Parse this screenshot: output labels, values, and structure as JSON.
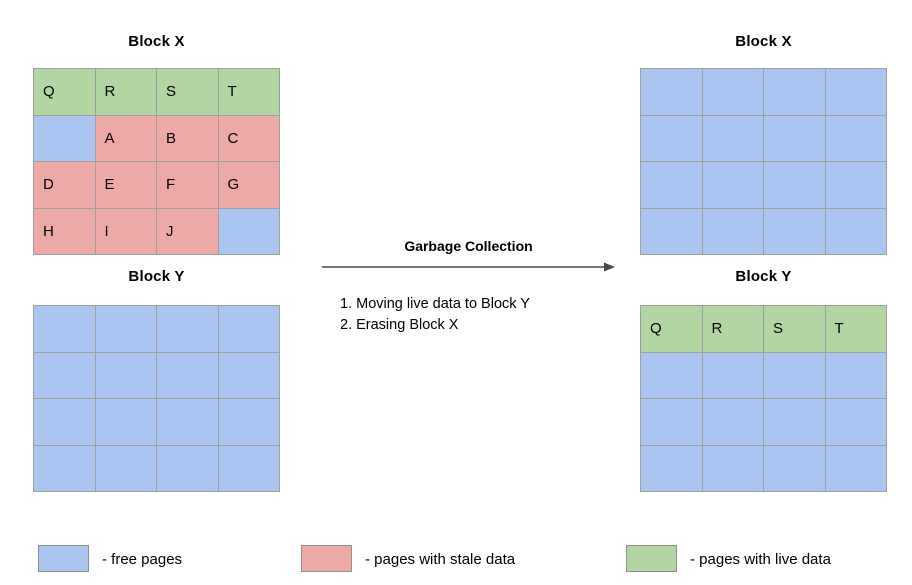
{
  "colors": {
    "free": "#a9c5f0",
    "stale": "#eda9a5",
    "live": "#b2d6a2",
    "grid_line": "#9e9e9e",
    "text": "#000000",
    "background": "#ffffff"
  },
  "left": {
    "block_x": {
      "title": "Block X",
      "rows": [
        [
          {
            "label": "Q",
            "state": "live"
          },
          {
            "label": "R",
            "state": "live"
          },
          {
            "label": "S",
            "state": "live"
          },
          {
            "label": "T",
            "state": "live"
          }
        ],
        [
          {
            "label": "",
            "state": "free"
          },
          {
            "label": "A",
            "state": "stale"
          },
          {
            "label": "B",
            "state": "stale"
          },
          {
            "label": "C",
            "state": "stale"
          }
        ],
        [
          {
            "label": "D",
            "state": "stale"
          },
          {
            "label": "E",
            "state": "stale"
          },
          {
            "label": "F",
            "state": "stale"
          },
          {
            "label": "G",
            "state": "stale"
          }
        ],
        [
          {
            "label": "H",
            "state": "stale"
          },
          {
            "label": "I",
            "state": "stale"
          },
          {
            "label": "J",
            "state": "stale"
          },
          {
            "label": "",
            "state": "free"
          }
        ]
      ]
    },
    "block_y": {
      "title": "Block Y",
      "rows": [
        [
          {
            "label": "",
            "state": "free"
          },
          {
            "label": "",
            "state": "free"
          },
          {
            "label": "",
            "state": "free"
          },
          {
            "label": "",
            "state": "free"
          }
        ],
        [
          {
            "label": "",
            "state": "free"
          },
          {
            "label": "",
            "state": "free"
          },
          {
            "label": "",
            "state": "free"
          },
          {
            "label": "",
            "state": "free"
          }
        ],
        [
          {
            "label": "",
            "state": "free"
          },
          {
            "label": "",
            "state": "free"
          },
          {
            "label": "",
            "state": "free"
          },
          {
            "label": "",
            "state": "free"
          }
        ],
        [
          {
            "label": "",
            "state": "free"
          },
          {
            "label": "",
            "state": "free"
          },
          {
            "label": "",
            "state": "free"
          },
          {
            "label": "",
            "state": "free"
          }
        ]
      ]
    }
  },
  "center": {
    "title": "Garbage Collection",
    "arrow": "right-arrow",
    "steps": [
      "1. Moving live data to Block Y",
      "2. Erasing Block X"
    ]
  },
  "right": {
    "block_x": {
      "title": "Block X",
      "rows": [
        [
          {
            "label": "",
            "state": "free"
          },
          {
            "label": "",
            "state": "free"
          },
          {
            "label": "",
            "state": "free"
          },
          {
            "label": "",
            "state": "free"
          }
        ],
        [
          {
            "label": "",
            "state": "free"
          },
          {
            "label": "",
            "state": "free"
          },
          {
            "label": "",
            "state": "free"
          },
          {
            "label": "",
            "state": "free"
          }
        ],
        [
          {
            "label": "",
            "state": "free"
          },
          {
            "label": "",
            "state": "free"
          },
          {
            "label": "",
            "state": "free"
          },
          {
            "label": "",
            "state": "free"
          }
        ],
        [
          {
            "label": "",
            "state": "free"
          },
          {
            "label": "",
            "state": "free"
          },
          {
            "label": "",
            "state": "free"
          },
          {
            "label": "",
            "state": "free"
          }
        ]
      ]
    },
    "block_y": {
      "title": "Block Y",
      "rows": [
        [
          {
            "label": "Q",
            "state": "live"
          },
          {
            "label": "R",
            "state": "live"
          },
          {
            "label": "S",
            "state": "live"
          },
          {
            "label": "T",
            "state": "live"
          }
        ],
        [
          {
            "label": "",
            "state": "free"
          },
          {
            "label": "",
            "state": "free"
          },
          {
            "label": "",
            "state": "free"
          },
          {
            "label": "",
            "state": "free"
          }
        ],
        [
          {
            "label": "",
            "state": "free"
          },
          {
            "label": "",
            "state": "free"
          },
          {
            "label": "",
            "state": "free"
          },
          {
            "label": "",
            "state": "free"
          }
        ],
        [
          {
            "label": "",
            "state": "free"
          },
          {
            "label": "",
            "state": "free"
          },
          {
            "label": "",
            "state": "free"
          },
          {
            "label": "",
            "state": "free"
          }
        ]
      ]
    }
  },
  "legend": {
    "items": [
      {
        "state": "free",
        "label": "- free pages"
      },
      {
        "state": "stale",
        "label": "- pages with stale data"
      },
      {
        "state": "live",
        "label": "- pages with live data"
      }
    ]
  }
}
